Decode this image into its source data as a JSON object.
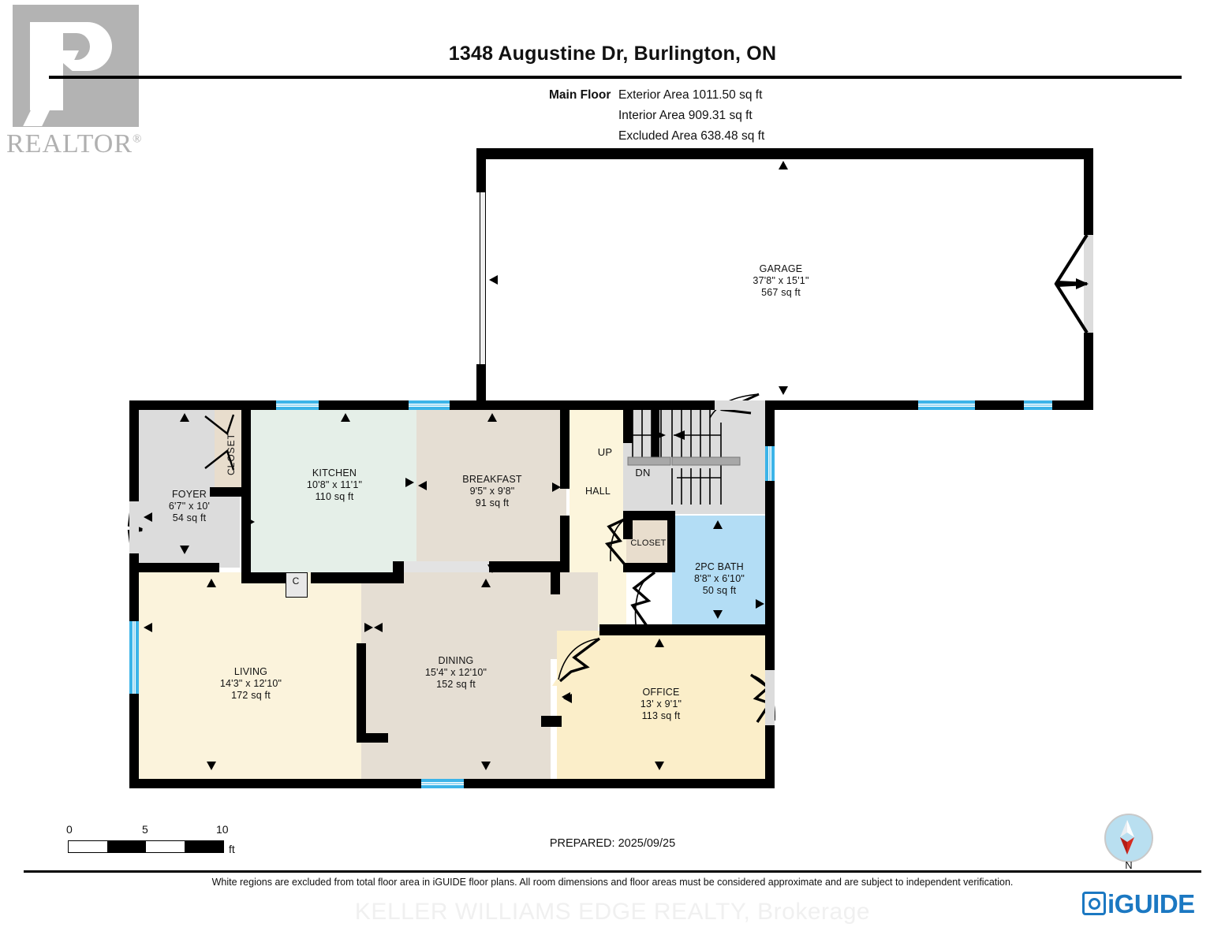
{
  "branding": {
    "realtor_word": "REALTOR",
    "realtor_reg": "®",
    "iguide_word": "iGUIDE",
    "watermark": "KELLER WILLIAMS EDGE REALTY, Brokerage"
  },
  "header": {
    "title": "1348 Augustine Dr, Burlington, ON",
    "floor_label": "Main Floor",
    "exterior_area": "Exterior Area 1011.50 sq ft",
    "interior_area": "Interior Area 909.31 sq ft",
    "excluded_area": "Excluded Area 638.48 sq ft"
  },
  "footer": {
    "prepared": "PREPARED: 2025/09/25",
    "disclaimer": "White regions are excluded from total floor area in iGUIDE floor plans. All room dimensions and floor areas must be considered approximate and are subject to independent verification.",
    "scale": {
      "t0": "0",
      "t5": "5",
      "t10": "10",
      "unit": "ft"
    },
    "compass_north": "N"
  },
  "colors": {
    "wall": "#000000",
    "window": "#3cb4e8",
    "excluded": "#dcdcdc",
    "kitchen": "#e5efe8",
    "breakfast": "#e5ded3",
    "dining": "#e5ded3",
    "living": "#fbf3dc",
    "hall": "#fcf5dc",
    "office": "#fbeec9",
    "bath": "#b3ddf5",
    "foyer": "#dcdcdc",
    "closet": "#e8ddcd",
    "garage": "#ffffff",
    "iguide_blue": "#1b78c2",
    "realtor_grey": "#b3b3b3"
  },
  "rooms": [
    {
      "key": "garage",
      "name": "GARAGE",
      "dims": "37'8\" x 15'1\"",
      "area": "567 sq ft"
    },
    {
      "key": "foyer",
      "name": "FOYER",
      "dims": "6'7\" x 10'",
      "area": "54 sq ft"
    },
    {
      "key": "kitchen",
      "name": "KITCHEN",
      "dims": "10'8\" x 11'1\"",
      "area": "110 sq ft"
    },
    {
      "key": "breakfast",
      "name": "BREAKFAST",
      "dims": "9'5\" x 9'8\"",
      "area": "91 sq ft"
    },
    {
      "key": "living",
      "name": "LIVING",
      "dims": "14'3\" x 12'10\"",
      "area": "172 sq ft"
    },
    {
      "key": "dining",
      "name": "DINING",
      "dims": "15'4\" x 12'10\"",
      "area": "152 sq ft"
    },
    {
      "key": "bath",
      "name": "2PC BATH",
      "dims": "8'8\" x 6'10\"",
      "area": "50 sq ft"
    },
    {
      "key": "office",
      "name": "OFFICE",
      "dims": "13' x 9'1\"",
      "area": "113 sq ft"
    }
  ],
  "plain_labels": {
    "hall": "HALL",
    "closet_foyer": "CLOSET",
    "closet_hall": "CLOSET",
    "closet_small": "C",
    "stairs_up": "UP",
    "stairs_dn": "DN"
  }
}
